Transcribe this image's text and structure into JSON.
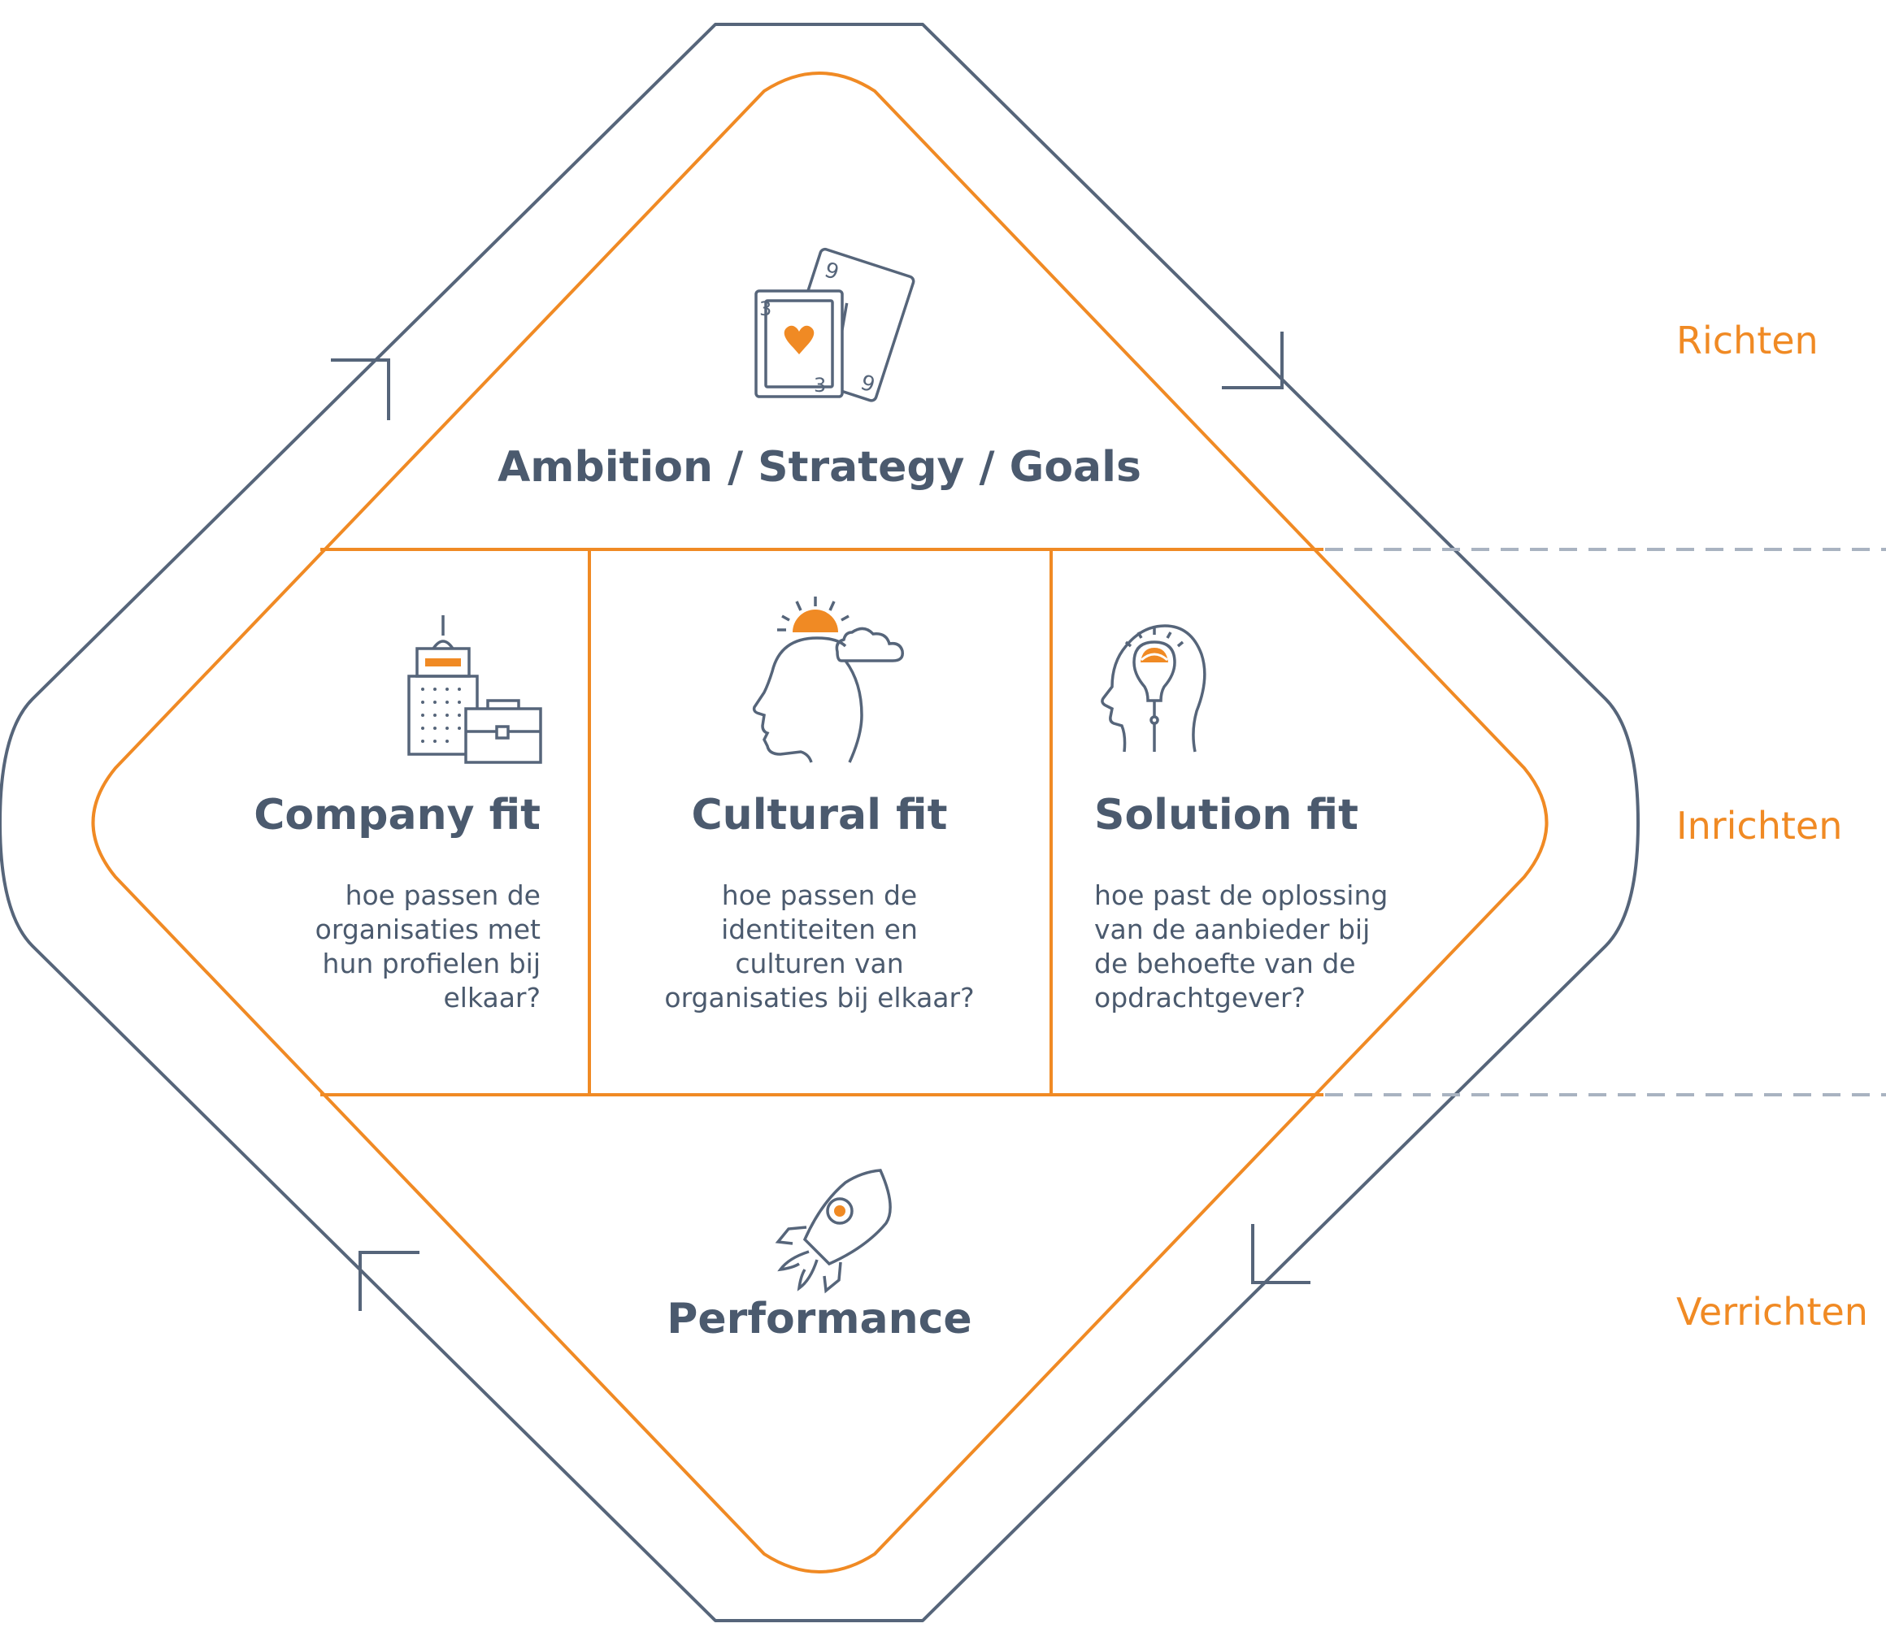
{
  "colors": {
    "outer_loop": "#56657a",
    "inner_diamond": "#f08a24",
    "text": "#4b5a6e",
    "accent": "#f08a24",
    "dashed": "#a9b3c1"
  },
  "top_section": {
    "icon": "playing-cards-icon",
    "title": "Ambition / Strategy / Goals"
  },
  "middle_sections": [
    {
      "icon": "office-building-briefcase-icon",
      "title": "Company fit",
      "lines": [
        "hoe passen de",
        "organisaties met",
        "hun profielen bij",
        "elkaar?"
      ]
    },
    {
      "icon": "head-sun-cloud-icon",
      "title": "Cultural fit",
      "lines": [
        "hoe passen de",
        "identiteiten en",
        "culturen van",
        "organisaties bij elkaar?"
      ]
    },
    {
      "icon": "head-lightbulb-icon",
      "title": "Solution fit",
      "lines": [
        "hoe past de oplossing",
        "van de aanbieder bij",
        "de behoefte van de",
        "opdrachtgever?"
      ]
    }
  ],
  "bottom_section": {
    "icon": "rocket-icon",
    "title": "Performance"
  },
  "side_labels": {
    "top": "Richten",
    "middle": "Inrichten",
    "bottom": "Verrichten"
  }
}
